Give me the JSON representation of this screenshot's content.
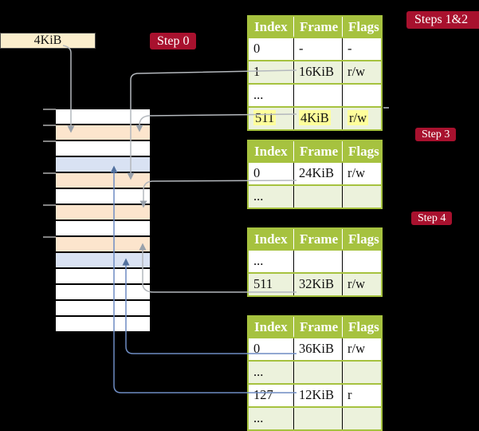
{
  "pointer_box": {
    "label": "4KiB"
  },
  "badges": {
    "step0": {
      "label": "Step 0"
    },
    "steps12": {
      "label": "Steps 1&2"
    },
    "step3": {
      "label": "Step 3"
    },
    "step4": {
      "label": "Step 4"
    }
  },
  "memory": {
    "rows": [
      {
        "type": "white"
      },
      {
        "type": "orange"
      },
      {
        "type": "white"
      },
      {
        "type": "blue"
      },
      {
        "type": "orange"
      },
      {
        "type": "white"
      },
      {
        "type": "orange"
      },
      {
        "type": "white"
      },
      {
        "type": "orange"
      },
      {
        "type": "blue"
      },
      {
        "type": "white"
      },
      {
        "type": "white"
      },
      {
        "type": "white"
      },
      {
        "type": "white"
      }
    ]
  },
  "tables": [
    {
      "id": "table-steps-1-2",
      "headers": [
        "Index",
        "Frame",
        "Flags"
      ],
      "rows": [
        {
          "cells": [
            "0",
            "-",
            "-"
          ],
          "shade": false,
          "highlight": false
        },
        {
          "cells": [
            "1",
            "16KiB",
            "r/w"
          ],
          "shade": true,
          "highlight": false
        },
        {
          "cells": [
            "...",
            "",
            ""
          ],
          "shade": false,
          "highlight": false
        },
        {
          "cells": [
            "511",
            "4KiB",
            "r/w"
          ],
          "shade": true,
          "highlight": true
        }
      ]
    },
    {
      "id": "table-step-3",
      "headers": [
        "Index",
        "Frame",
        "Flags"
      ],
      "rows": [
        {
          "cells": [
            "0",
            "24KiB",
            "r/w"
          ],
          "shade": false,
          "highlight": false
        },
        {
          "cells": [
            "...",
            "",
            ""
          ],
          "shade": true,
          "highlight": false
        }
      ]
    },
    {
      "id": "table-step-4",
      "headers": [
        "Index",
        "Frame",
        "Flags"
      ],
      "rows": [
        {
          "cells": [
            "...",
            "",
            ""
          ],
          "shade": false,
          "highlight": false
        },
        {
          "cells": [
            "511",
            "32KiB",
            "r/w"
          ],
          "shade": true,
          "highlight": false
        }
      ]
    },
    {
      "id": "table-final",
      "headers": [
        "Index",
        "Frame",
        "Flags"
      ],
      "rows": [
        {
          "cells": [
            "0",
            "36KiB",
            "r/w"
          ],
          "shade": false,
          "highlight": false
        },
        {
          "cells": [
            "...",
            "",
            ""
          ],
          "shade": true,
          "highlight": false
        },
        {
          "cells": [
            "127",
            "12KiB",
            "r"
          ],
          "shade": false,
          "highlight": false
        },
        {
          "cells": [
            "...",
            "",
            ""
          ],
          "shade": true,
          "highlight": false
        }
      ]
    }
  ],
  "colors": {
    "green": "#a6c23f",
    "rowgreen": "#ecf2dc",
    "orange": "#fce5cd",
    "blue": "#d9e2f3",
    "cream": "#fbeecd",
    "red": "#a8112e",
    "yellow": "#ffff9b",
    "grayline": "#b4b8bd",
    "grayarrow": "#99a1ab",
    "blueline": "#6e8cc3",
    "bluearrow": "#52719f"
  }
}
